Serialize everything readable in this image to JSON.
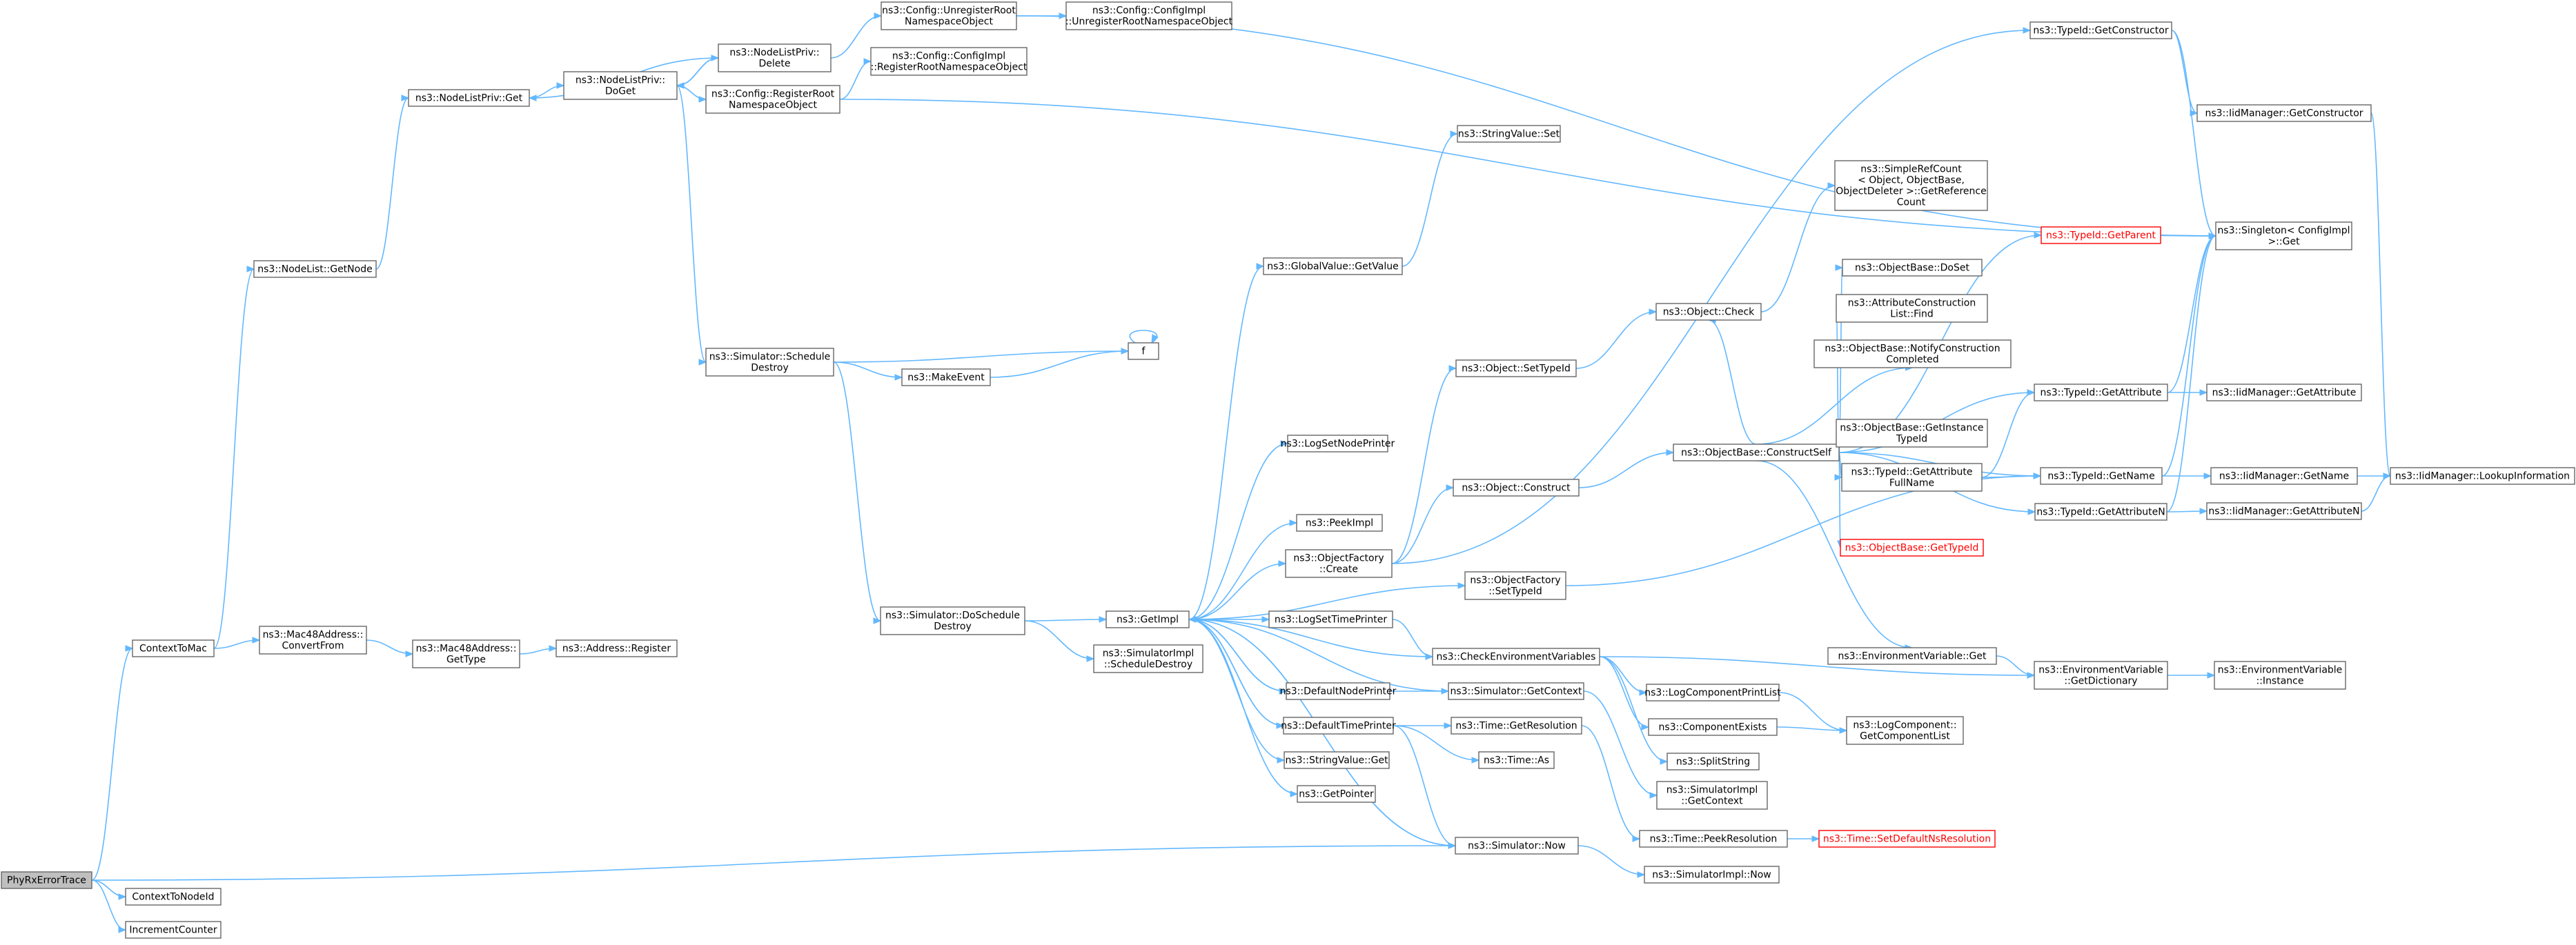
{
  "graph": {
    "colors": {
      "edge": "#63b8ff",
      "node_border": "#666666",
      "root_fill": "#bfbfbf",
      "warning": "#ff0000"
    },
    "nodes": [
      {
        "id": "phyrx",
        "lines": [
          "PhyRxErrorTrace"
        ],
        "style": "root"
      },
      {
        "id": "ctxmac",
        "lines": [
          "ContextToMac"
        ]
      },
      {
        "id": "ctxnode",
        "lines": [
          "ContextToNodeId"
        ]
      },
      {
        "id": "inccnt",
        "lines": [
          "IncrementCounter"
        ]
      },
      {
        "id": "nlgetnode",
        "lines": [
          "ns3::NodeList::GetNode"
        ]
      },
      {
        "id": "nlpget",
        "lines": [
          "ns3::NodeListPriv::Get"
        ]
      },
      {
        "id": "nlpdoget",
        "lines": [
          "ns3::NodeListPriv::",
          "DoGet"
        ]
      },
      {
        "id": "nlpdelete",
        "lines": [
          "ns3::NodeListPriv::",
          "Delete"
        ]
      },
      {
        "id": "cfgunreg",
        "lines": [
          "ns3::Config::UnregisterRoot",
          "NamespaceObject"
        ]
      },
      {
        "id": "cfgimplunreg",
        "lines": [
          "ns3::Config::ConfigImpl",
          "::UnregisterRootNamespaceObject"
        ]
      },
      {
        "id": "cfgimplreg",
        "lines": [
          "ns3::Config::ConfigImpl",
          "::RegisterRootNamespaceObject"
        ]
      },
      {
        "id": "cfgreg",
        "lines": [
          "ns3::Config::RegisterRoot",
          "NamespaceObject"
        ]
      },
      {
        "id": "simsched",
        "lines": [
          "ns3::Simulator::Schedule",
          "Destroy"
        ]
      },
      {
        "id": "makeevent",
        "lines": [
          "ns3::MakeEvent"
        ]
      },
      {
        "id": "f",
        "lines": [
          "f"
        ]
      },
      {
        "id": "simdosched",
        "lines": [
          "ns3::Simulator::DoSchedule",
          "Destroy"
        ]
      },
      {
        "id": "mac48conv",
        "lines": [
          "ns3::Mac48Address::",
          "ConvertFrom"
        ]
      },
      {
        "id": "mac48type",
        "lines": [
          "ns3::Mac48Address::",
          "GetType"
        ]
      },
      {
        "id": "addrreg",
        "lines": [
          "ns3::Address::Register"
        ]
      },
      {
        "id": "getimpl",
        "lines": [
          "ns3::GetImpl"
        ]
      },
      {
        "id": "simimplsched",
        "lines": [
          "ns3::SimulatorImpl",
          "::ScheduleDestroy"
        ]
      },
      {
        "id": "gvgetvalue",
        "lines": [
          "ns3::GlobalValue::GetValue"
        ]
      },
      {
        "id": "strvalset",
        "lines": [
          "ns3::StringValue::Set"
        ]
      },
      {
        "id": "logsetnode",
        "lines": [
          "ns3::LogSetNodePrinter"
        ]
      },
      {
        "id": "peekimpl",
        "lines": [
          "ns3::PeekImpl"
        ]
      },
      {
        "id": "objfactcreate",
        "lines": [
          "ns3::ObjectFactory",
          "::Create"
        ]
      },
      {
        "id": "objfactsettid",
        "lines": [
          "ns3::ObjectFactory",
          "::SetTypeId"
        ]
      },
      {
        "id": "logsettime",
        "lines": [
          "ns3::LogSetTimePrinter"
        ]
      },
      {
        "id": "checkenv",
        "lines": [
          "ns3::CheckEnvironmentVariables"
        ]
      },
      {
        "id": "defnodeprinter",
        "lines": [
          "ns3::DefaultNodePrinter"
        ]
      },
      {
        "id": "deftimeprinter",
        "lines": [
          "ns3::DefaultTimePrinter"
        ]
      },
      {
        "id": "strvalget",
        "lines": [
          "ns3::StringValue::Get"
        ]
      },
      {
        "id": "getpointer",
        "lines": [
          "ns3::GetPointer"
        ]
      },
      {
        "id": "simgetctx",
        "lines": [
          "ns3::Simulator::GetContext"
        ]
      },
      {
        "id": "timegetres",
        "lines": [
          "ns3::Time::GetResolution"
        ]
      },
      {
        "id": "timeas",
        "lines": [
          "ns3::Time::As"
        ]
      },
      {
        "id": "simnow",
        "lines": [
          "ns3::Simulator::Now"
        ]
      },
      {
        "id": "simimplnow",
        "lines": [
          "ns3::SimulatorImpl::Now"
        ]
      },
      {
        "id": "simimplgetctx",
        "lines": [
          "ns3::SimulatorImpl",
          "::GetContext"
        ]
      },
      {
        "id": "timepeekres",
        "lines": [
          "ns3::Time::PeekResolution"
        ]
      },
      {
        "id": "timesetdefns",
        "lines": [
          "ns3::Time::SetDefaultNsResolution"
        ],
        "style": "red"
      },
      {
        "id": "objsettid",
        "lines": [
          "ns3::Object::SetTypeId"
        ]
      },
      {
        "id": "objconstruct",
        "lines": [
          "ns3::Object::Construct"
        ]
      },
      {
        "id": "objcheck",
        "lines": [
          "ns3::Object::Check"
        ]
      },
      {
        "id": "simplerefcount",
        "lines": [
          "ns3::SimpleRefCount",
          "< Object, ObjectBase,",
          "ObjectDeleter >::GetReference",
          "Count"
        ]
      },
      {
        "id": "objbaseconstruct",
        "lines": [
          "ns3::ObjectBase::ConstructSelf"
        ]
      },
      {
        "id": "objbasedoset",
        "lines": [
          "ns3::ObjectBase::DoSet"
        ]
      },
      {
        "id": "attrconstrfind",
        "lines": [
          "ns3::AttributeConstruction",
          "List::Find"
        ]
      },
      {
        "id": "objbasenotify",
        "lines": [
          "ns3::ObjectBase::NotifyConstruction",
          "Completed"
        ]
      },
      {
        "id": "objbasegetinst",
        "lines": [
          "ns3::ObjectBase::GetInstance",
          "TypeId"
        ]
      },
      {
        "id": "tidgetattrfull",
        "lines": [
          "ns3::TypeId::GetAttribute",
          "FullName"
        ]
      },
      {
        "id": "objbasegettid",
        "lines": [
          "ns3::ObjectBase::GetTypeId"
        ],
        "style": "red"
      },
      {
        "id": "envvarget",
        "lines": [
          "ns3::EnvironmentVariable::Get"
        ]
      },
      {
        "id": "logcompprint",
        "lines": [
          "ns3::LogComponentPrintList"
        ]
      },
      {
        "id": "compexists",
        "lines": [
          "ns3::ComponentExists"
        ]
      },
      {
        "id": "splitstring",
        "lines": [
          "ns3::SplitString"
        ]
      },
      {
        "id": "logcompgetlist",
        "lines": [
          "ns3::LogComponent::",
          "GetComponentList"
        ]
      },
      {
        "id": "envvargetdict",
        "lines": [
          "ns3::EnvironmentVariable",
          "::GetDictionary"
        ]
      },
      {
        "id": "envvarinst",
        "lines": [
          "ns3::EnvironmentVariable",
          "::Instance"
        ]
      },
      {
        "id": "tidgetctor",
        "lines": [
          "ns3::TypeId::GetConstructor"
        ]
      },
      {
        "id": "tidgetparent",
        "lines": [
          "ns3::TypeId::GetParent"
        ],
        "style": "red"
      },
      {
        "id": "tidgetattr",
        "lines": [
          "ns3::TypeId::GetAttribute"
        ]
      },
      {
        "id": "tidgetname",
        "lines": [
          "ns3::TypeId::GetName"
        ]
      },
      {
        "id": "tidgetattrn",
        "lines": [
          "ns3::TypeId::GetAttributeN"
        ]
      },
      {
        "id": "singleton",
        "lines": [
          "ns3::Singleton< ConfigImpl",
          ">::Get"
        ]
      },
      {
        "id": "iidgetctor",
        "lines": [
          "ns3::IidManager::GetConstructor"
        ]
      },
      {
        "id": "iidgetattr",
        "lines": [
          "ns3::IidManager::GetAttribute"
        ]
      },
      {
        "id": "iidgetname",
        "lines": [
          "ns3::IidManager::GetName"
        ]
      },
      {
        "id": "iidgetattrn",
        "lines": [
          "ns3::IidManager::GetAttributeN"
        ]
      },
      {
        "id": "iidlookup",
        "lines": [
          "ns3::IidManager::LookupInformation"
        ]
      }
    ],
    "edges": [
      [
        "phyrx",
        "ctxmac"
      ],
      [
        "phyrx",
        "ctxnode"
      ],
      [
        "phyrx",
        "inccnt"
      ],
      [
        "phyrx",
        "simnow"
      ],
      [
        "ctxmac",
        "nlgetnode"
      ],
      [
        "ctxmac",
        "mac48conv"
      ],
      [
        "nlgetnode",
        "nlpget"
      ],
      [
        "nlpget",
        "nlpdoget"
      ],
      [
        "nlpdoget",
        "nlpdelete"
      ],
      [
        "nlpdelete",
        "nlpget"
      ],
      [
        "nlpdelete",
        "nlpdoget"
      ],
      [
        "nlpdelete",
        "cfgunreg"
      ],
      [
        "nlpdoget",
        "cfgreg"
      ],
      [
        "nlpdoget",
        "simsched"
      ],
      [
        "cfgunreg",
        "cfgimplunreg"
      ],
      [
        "cfgunreg",
        "singleton"
      ],
      [
        "cfgreg",
        "cfgimplreg"
      ],
      [
        "cfgreg",
        "singleton"
      ],
      [
        "simsched",
        "f"
      ],
      [
        "simsched",
        "makeevent"
      ],
      [
        "simsched",
        "simdosched"
      ],
      [
        "makeevent",
        "f"
      ],
      [
        "f",
        "f"
      ],
      [
        "simdosched",
        "getimpl"
      ],
      [
        "simdosched",
        "simimplsched"
      ],
      [
        "mac48conv",
        "mac48type"
      ],
      [
        "mac48type",
        "addrreg"
      ],
      [
        "getimpl",
        "gvgetvalue"
      ],
      [
        "getimpl",
        "logsetnode"
      ],
      [
        "getimpl",
        "peekimpl"
      ],
      [
        "getimpl",
        "objfactcreate"
      ],
      [
        "getimpl",
        "objfactsettid"
      ],
      [
        "getimpl",
        "logsettime"
      ],
      [
        "getimpl",
        "checkenv"
      ],
      [
        "getimpl",
        "defnodeprinter"
      ],
      [
        "getimpl",
        "deftimeprinter"
      ],
      [
        "getimpl",
        "strvalget"
      ],
      [
        "getimpl",
        "getpointer"
      ],
      [
        "getimpl",
        "simnow"
      ],
      [
        "gvgetvalue",
        "strvalset"
      ],
      [
        "objfactcreate",
        "objsettid"
      ],
      [
        "objfactcreate",
        "objconstruct"
      ],
      [
        "objfactcreate",
        "tidgetctor"
      ],
      [
        "objfactsettid",
        "tidgetname"
      ],
      [
        "logsettime",
        "checkenv"
      ],
      [
        "checkenv",
        "envvargetdict"
      ],
      [
        "checkenv",
        "logcompprint"
      ],
      [
        "checkenv",
        "compexists"
      ],
      [
        "checkenv",
        "splitstring"
      ],
      [
        "defnodeprinter",
        "simgetctx"
      ],
      [
        "defnodeprinter",
        "getimpl"
      ],
      [
        "deftimeprinter",
        "timegetres"
      ],
      [
        "deftimeprinter",
        "timeas"
      ],
      [
        "deftimeprinter",
        "simnow"
      ],
      [
        "deftimeprinter",
        "getimpl"
      ],
      [
        "simgetctx",
        "getimpl"
      ],
      [
        "simgetctx",
        "simimplgetctx"
      ],
      [
        "timegetres",
        "timepeekres"
      ],
      [
        "simnow",
        "getimpl"
      ],
      [
        "simnow",
        "simimplnow"
      ],
      [
        "timepeekres",
        "timesetdefns"
      ],
      [
        "objsettid",
        "objcheck"
      ],
      [
        "objcheck",
        "simplerefcount"
      ],
      [
        "objconstruct",
        "objbaseconstruct"
      ],
      [
        "objbaseconstruct",
        "objcheck"
      ],
      [
        "objbaseconstruct",
        "objbasedoset"
      ],
      [
        "objbaseconstruct",
        "attrconstrfind"
      ],
      [
        "objbaseconstruct",
        "objbasenotify"
      ],
      [
        "objbaseconstruct",
        "tidgetparent"
      ],
      [
        "objbaseconstruct",
        "tidgetattr"
      ],
      [
        "objbaseconstruct",
        "objbasegetinst"
      ],
      [
        "objbaseconstruct",
        "tidgetattrfull"
      ],
      [
        "objbaseconstruct",
        "tidgetname"
      ],
      [
        "objbaseconstruct",
        "objbasegettid"
      ],
      [
        "objbaseconstruct",
        "tidgetattrn"
      ],
      [
        "objbaseconstruct",
        "envvarget"
      ],
      [
        "tidgetattrfull",
        "tidgetattr"
      ],
      [
        "tidgetattrfull",
        "tidgetname"
      ],
      [
        "envvarget",
        "envvargetdict"
      ],
      [
        "logcompprint",
        "logcompgetlist"
      ],
      [
        "compexists",
        "logcompgetlist"
      ],
      [
        "envvargetdict",
        "envvarinst"
      ],
      [
        "tidgetctor",
        "iidgetctor"
      ],
      [
        "tidgetctor",
        "singleton"
      ],
      [
        "tidgetparent",
        "singleton"
      ],
      [
        "tidgetattr",
        "iidgetattr"
      ],
      [
        "tidgetattr",
        "singleton"
      ],
      [
        "tidgetname",
        "iidgetname"
      ],
      [
        "tidgetname",
        "singleton"
      ],
      [
        "tidgetattrn",
        "iidgetattrn"
      ],
      [
        "tidgetattrn",
        "singleton"
      ],
      [
        "iidgetctor",
        "iidlookup"
      ],
      [
        "iidgetname",
        "iidlookup"
      ],
      [
        "iidgetattrn",
        "iidlookup"
      ]
    ]
  }
}
